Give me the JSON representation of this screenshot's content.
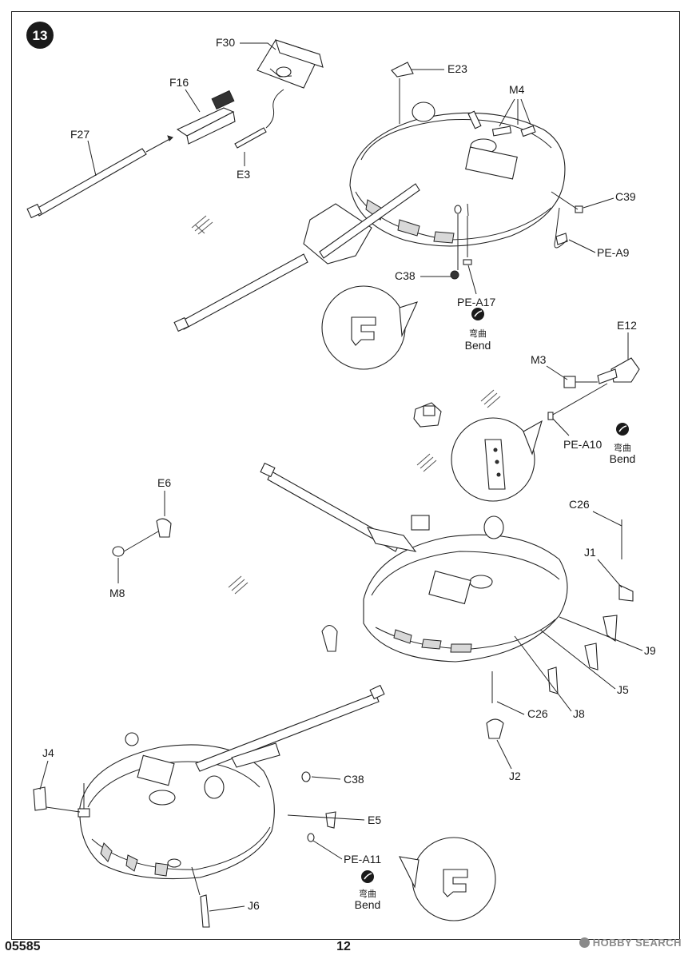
{
  "step": {
    "number": "13"
  },
  "parts": {
    "f30": "F30",
    "f16": "F16",
    "f27": "F27",
    "e3": "E3",
    "e23": "E23",
    "m4": "M4",
    "c39": "C39",
    "pe_a9": "PE-A9",
    "c38_top": "C38",
    "pe_a17": "PE-A17",
    "e12": "E12",
    "m3": "M3",
    "pe_a10": "PE-A10",
    "e6": "E6",
    "m8": "M8",
    "c26_top": "C26",
    "j1": "J1",
    "j9": "J9",
    "j5": "J5",
    "c26_mid": "C26",
    "j8": "J8",
    "j2": "J2",
    "j4": "J4",
    "c38_bottom": "C38",
    "e5": "E5",
    "pe_a11": "PE-A11",
    "j6": "J6"
  },
  "bend_notes": [
    {
      "chinese": "弯曲",
      "english": "Bend"
    },
    {
      "chinese": "弯曲",
      "english": "Bend"
    },
    {
      "chinese": "弯曲",
      "english": "Bend"
    }
  ],
  "footer": {
    "product_code": "05585",
    "page_number": "12"
  },
  "watermark": {
    "text": "HOBBY SEARCH"
  }
}
